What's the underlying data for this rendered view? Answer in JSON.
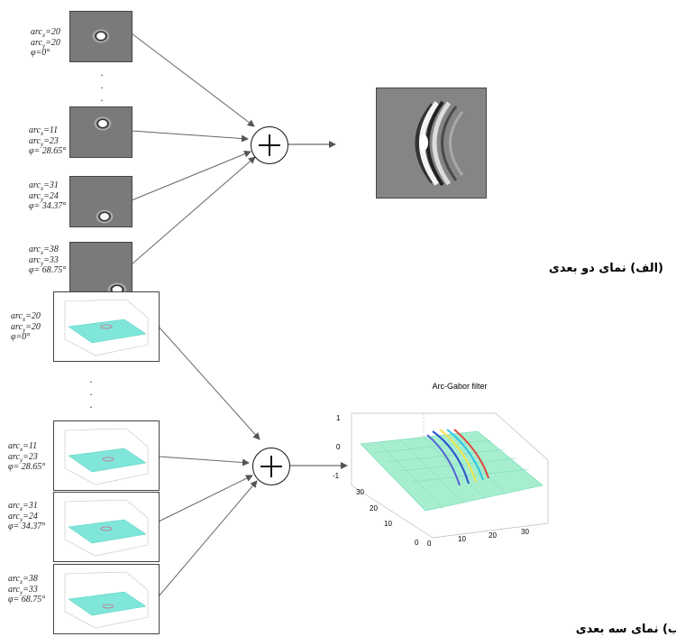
{
  "panel_2d": {
    "params": [
      {
        "arc_x": "20",
        "arc_y": "20",
        "phi": "0°"
      },
      {
        "arc_x": "11",
        "arc_y": "23",
        "phi": "28.65°"
      },
      {
        "arc_x": "31",
        "arc_y": "24",
        "phi": "34.37°"
      },
      {
        "arc_x": "38",
        "arc_y": "33",
        "phi": "68.75°"
      }
    ],
    "caption": "(الف) نمای دو بعدی"
  },
  "panel_3d": {
    "params": [
      {
        "arc_x": "20",
        "arc_y": "20",
        "phi": "0°"
      },
      {
        "arc_x": "11",
        "arc_y": "23",
        "phi": "28.65°"
      },
      {
        "arc_x": "31",
        "arc_y": "24",
        "phi": "34.37°"
      },
      {
        "arc_x": "38",
        "arc_y": "33",
        "phi": "68.75°"
      }
    ],
    "result_title": "Arc-Gabor filter",
    "z_ticks": [
      "1",
      "0",
      "-1"
    ],
    "y_ticks": [
      "30",
      "20",
      "10",
      "0"
    ],
    "x_ticks": [
      "0",
      "10",
      "20",
      "30"
    ],
    "caption": "ب) نمای سه بعدی"
  },
  "colors": {
    "tile_gray": "#7a7a7a",
    "surface": "#7fe6d9",
    "arrow": "#555555"
  }
}
